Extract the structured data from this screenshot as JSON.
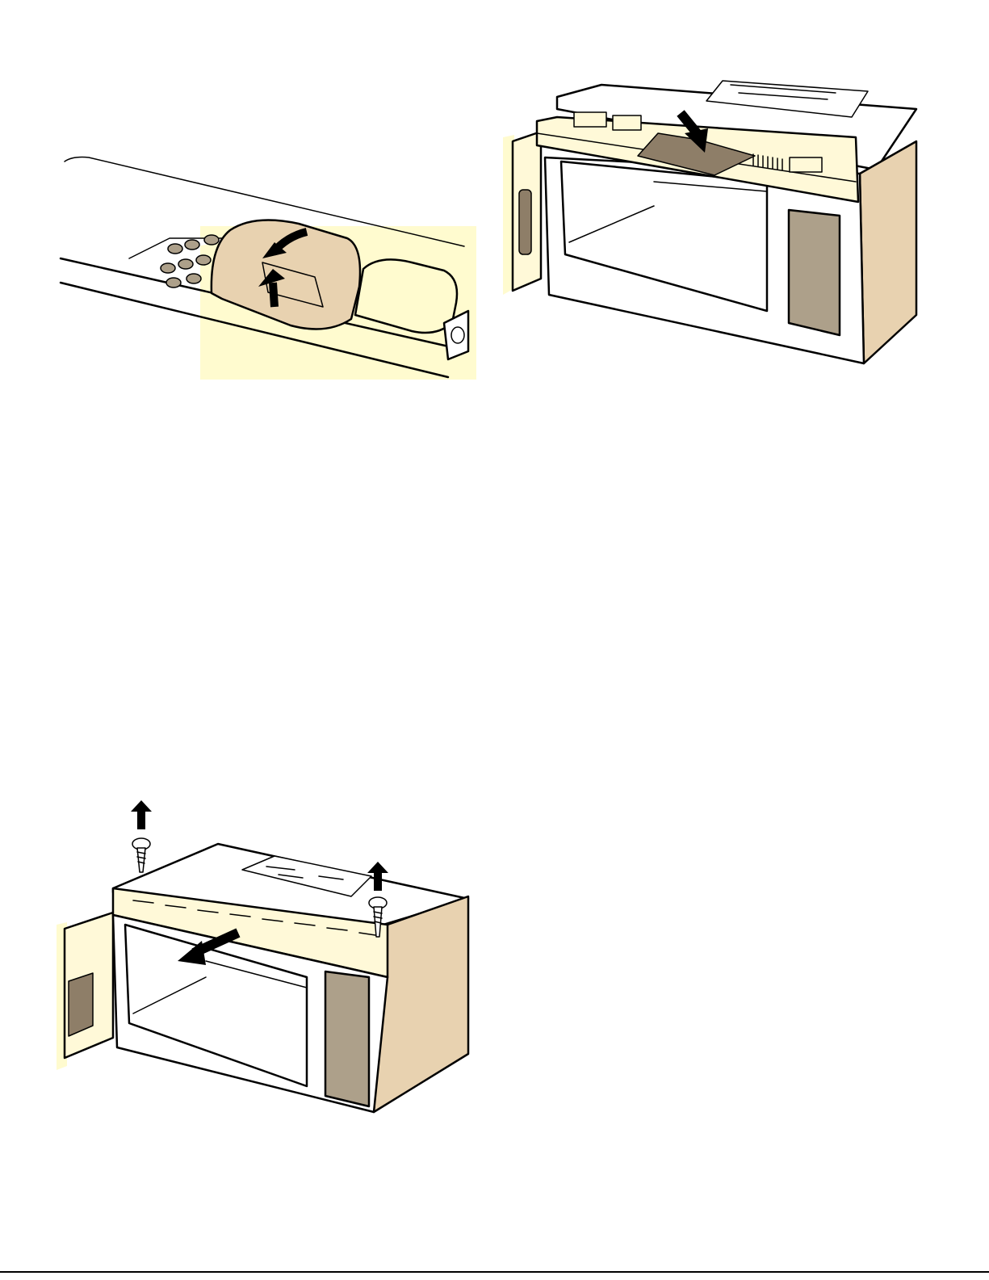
{
  "page": {
    "figures": [
      {
        "id": "bulb",
        "icon": "light-bulb-replacement-icon"
      },
      {
        "id": "grille",
        "icon": "microwave-vent-grille-icon"
      },
      {
        "id": "screws",
        "icon": "microwave-screw-removal-icon"
      }
    ]
  },
  "colors": {
    "cream": "#FFF9D8",
    "pale_yellow": "#FFFBCF",
    "tan": "#E8D2B0",
    "dark_tan": "#ADA08A",
    "brown": "#8E7E68",
    "ink": "#000000"
  }
}
